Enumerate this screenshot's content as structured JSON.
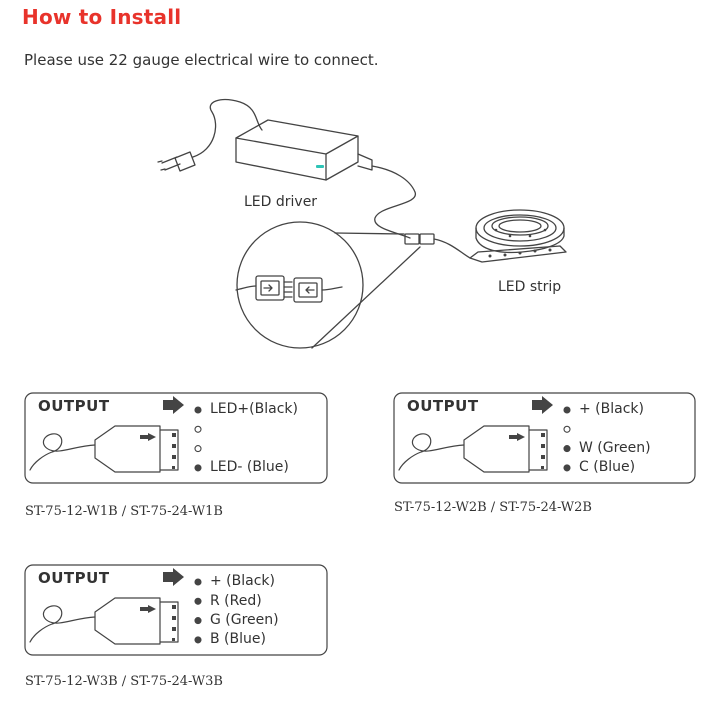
{
  "title": "How to Install",
  "subtitle": "Please use 22 gauge electrical wire to connect.",
  "diagram": {
    "driver_label": "LED driver",
    "strip_label": "LED strip"
  },
  "outputs": [
    {
      "heading": "OUTPUT",
      "pins": [
        {
          "marker": "filled",
          "text": "LED+(Black)"
        },
        {
          "marker": "hollow",
          "text": ""
        },
        {
          "marker": "hollow",
          "text": ""
        },
        {
          "marker": "filled",
          "text": "LED- (Blue)"
        }
      ],
      "model": "ST-75-12-W1B / ST-75-24-W1B"
    },
    {
      "heading": "OUTPUT",
      "pins": [
        {
          "marker": "filled",
          "text": "+  (Black)"
        },
        {
          "marker": "hollow",
          "text": ""
        },
        {
          "marker": "filled",
          "text": "W (Green)"
        },
        {
          "marker": "filled",
          "text": "C  (Blue)"
        }
      ],
      "model": "ST-75-12-W2B / ST-75-24-W2B"
    },
    {
      "heading": "OUTPUT",
      "pins": [
        {
          "marker": "filled",
          "text": "+   (Black)"
        },
        {
          "marker": "filled",
          "text": "R   (Red)"
        },
        {
          "marker": "filled",
          "text": "G   (Green)"
        },
        {
          "marker": "filled",
          "text": "B   (Blue)"
        }
      ],
      "model": "ST-75-12-W3B / ST-75-24-W3B"
    }
  ],
  "colors": {
    "title": "#e8332b",
    "text": "#333333",
    "line": "#444444",
    "led_indicator": "#2ec4b6"
  }
}
